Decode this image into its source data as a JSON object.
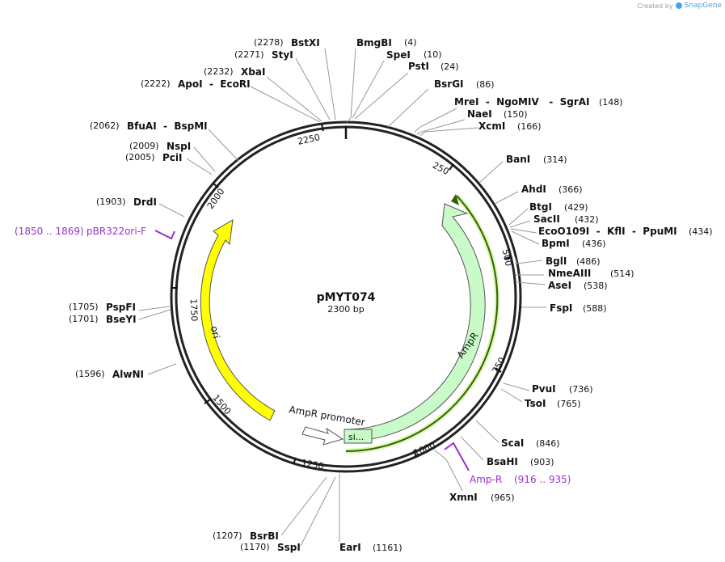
{
  "credit": {
    "prefix": "Created by",
    "brand": "SnapGene"
  },
  "plasmid": {
    "name": "pMYT074",
    "length": "2300 bp"
  },
  "colors": {
    "backbone": "#222222",
    "ampr": "#c9fbc9",
    "ori": "#ffff00",
    "primer": "#9b30c8",
    "promoter": "#ffffff",
    "selected": "#335f0a"
  },
  "ticks": [
    "250",
    "500",
    "750",
    "1000",
    "1250",
    "1500",
    "1750",
    "2000",
    "2250"
  ],
  "enzymes_right": [
    {
      "name": "BmgBI",
      "pos": "(4)"
    },
    {
      "name": "SpeI",
      "pos": "(10)"
    },
    {
      "name": "PstI",
      "pos": "(24)"
    },
    {
      "name": "BsrGI",
      "pos": "(86)"
    },
    {
      "name": "MreI  -  NgoMIV   -  SgrAI",
      "pos": "(148)"
    },
    {
      "name": "NaeI",
      "pos": "(150)"
    },
    {
      "name": "XcmI",
      "pos": "(166)"
    },
    {
      "name": "BanI",
      "pos": "(314)"
    },
    {
      "name": "AhdI",
      "pos": "(366)"
    },
    {
      "name": "BtgI",
      "pos": "(429)"
    },
    {
      "name": "SacII",
      "pos": "(432)"
    },
    {
      "name": "EcoO109I  -  KflI  -  PpuMI",
      "pos": "(434)"
    },
    {
      "name": "BpmI",
      "pos": "(436)"
    },
    {
      "name": "BglI",
      "pos": "(486)"
    },
    {
      "name": "NmeAIII",
      "pos": "(514)"
    },
    {
      "name": "AseI",
      "pos": "(538)"
    },
    {
      "name": "FspI",
      "pos": "(588)"
    },
    {
      "name": "PvuI",
      "pos": "(736)"
    },
    {
      "name": "TsoI",
      "pos": "(765)"
    },
    {
      "name": "ScaI",
      "pos": "(846)"
    },
    {
      "name": "BsaHI",
      "pos": "(903)"
    },
    {
      "name": "XmnI",
      "pos": "(965)"
    },
    {
      "name": "EarI",
      "pos": "(1161)"
    }
  ],
  "enzymes_left": [
    {
      "name": "BstXI",
      "pos": "(2278)"
    },
    {
      "name": "StyI",
      "pos": "(2271)"
    },
    {
      "name": "XbaI",
      "pos": "(2232)"
    },
    {
      "name": "ApoI  -  EcoRI",
      "pos": "(2222)"
    },
    {
      "name": "BfuAI  -  BspMI",
      "pos": "(2062)"
    },
    {
      "name": "NspI",
      "pos": "(2009)"
    },
    {
      "name": "PciI",
      "pos": "(2005)"
    },
    {
      "name": "DrdI",
      "pos": "(1903)"
    },
    {
      "name": "PspFI",
      "pos": "(1705)"
    },
    {
      "name": "BseYI",
      "pos": "(1701)"
    },
    {
      "name": "AlwNI",
      "pos": "(1596)"
    },
    {
      "name": "BsrBI",
      "pos": "(1207)"
    },
    {
      "name": "SspI",
      "pos": "(1170)"
    }
  ],
  "primers": [
    {
      "name": "pBR322ori-F",
      "range": "(1850 .. 1869)"
    },
    {
      "name": "Amp-R",
      "range": "(916 .. 935)"
    }
  ],
  "features": [
    {
      "name": "AmpR"
    },
    {
      "name": "ori"
    },
    {
      "name": "AmpR promoter"
    },
    {
      "name": "si... "
    }
  ]
}
